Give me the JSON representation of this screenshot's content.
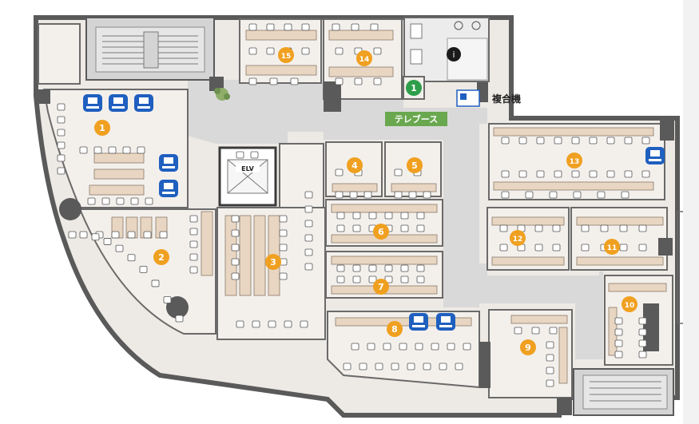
{
  "colors": {
    "wall": "#5a5a5a",
    "corridor": "#d9d9d9",
    "floor": "#f1eeea",
    "desk": "#e8d6c2",
    "desk_edge": "#8a7a6a",
    "chair": "#ffffff",
    "room_badge": "#f0a020",
    "phone_badge": "#2e9e4a",
    "telebooth": "#6aa84f",
    "vc_icon": "#1f5fbf",
    "stair": "#cfcfcf"
  },
  "rooms": [
    {
      "id": "room-1",
      "number": "1"
    },
    {
      "id": "room-2",
      "number": "2"
    },
    {
      "id": "room-3",
      "number": "3"
    },
    {
      "id": "room-4",
      "number": "4"
    },
    {
      "id": "room-5",
      "number": "5"
    },
    {
      "id": "room-6",
      "number": "6"
    },
    {
      "id": "room-7",
      "number": "7"
    },
    {
      "id": "room-8",
      "number": "8"
    },
    {
      "id": "room-9",
      "number": "9"
    },
    {
      "id": "room-10",
      "number": "10"
    },
    {
      "id": "room-11",
      "number": "11"
    },
    {
      "id": "room-12",
      "number": "12"
    },
    {
      "id": "room-13",
      "number": "13"
    },
    {
      "id": "room-14",
      "number": "14"
    },
    {
      "id": "room-15",
      "number": "15"
    }
  ],
  "phone_booth": {
    "number": "1"
  },
  "labels": {
    "elevator": "ELV",
    "telebooth": "テレブース",
    "copier": "複合機"
  },
  "icons": [
    "video-conference-icon",
    "restroom-icon",
    "stairs-icon",
    "plant-icon"
  ]
}
